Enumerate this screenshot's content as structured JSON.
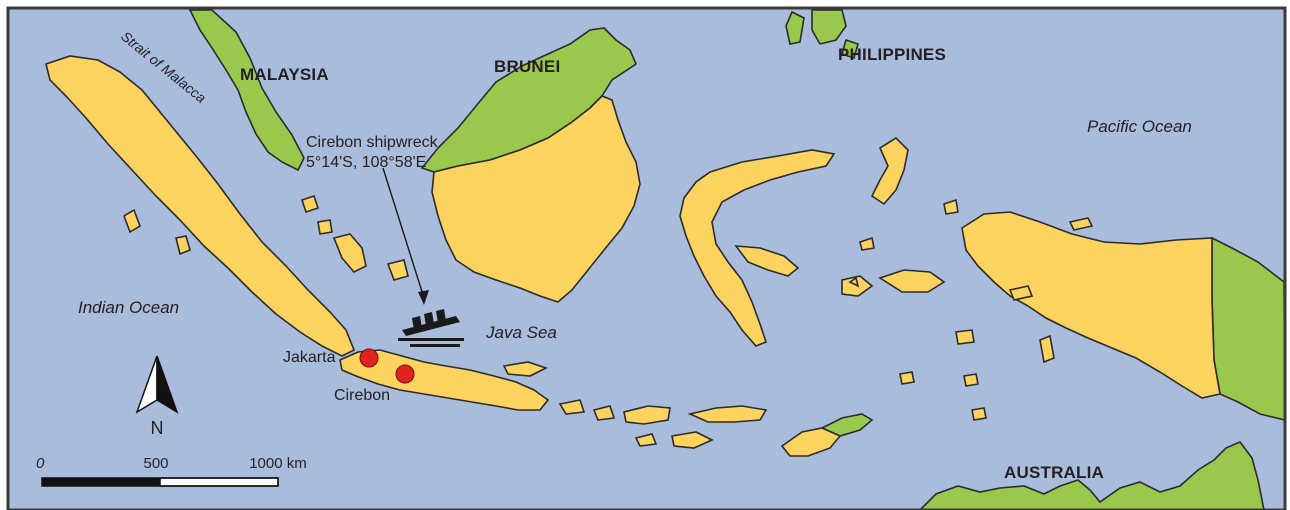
{
  "colors": {
    "sea": "#a9bcdc",
    "indonesia": "#fcd35f",
    "neighbor": "#99c84c",
    "coast": "#2b2b2b",
    "city_dot": "#e3211f",
    "frame": "#3a3a3a"
  },
  "labels": {
    "malaysia": "MALAYSIA",
    "brunei": "BRUNEI",
    "philippines": "PHILIPPINES",
    "australia": "AUSTRALIA",
    "pacific": "Pacific Ocean",
    "indian": "Indian Ocean",
    "java_sea": "Java Sea",
    "strait": "Strait of Malacca",
    "jakarta": "Jakarta",
    "cirebon": "Cirebon"
  },
  "shipwreck": {
    "title": "Cirebon shipwreck",
    "coords": "5°14'S, 108°58'E",
    "icon": "shipwreck-icon"
  },
  "north_arrow": {
    "label": "N",
    "icon": "north-arrow-icon"
  },
  "scale_bar": {
    "ticks": [
      "0",
      "500",
      "1000 km"
    ]
  }
}
